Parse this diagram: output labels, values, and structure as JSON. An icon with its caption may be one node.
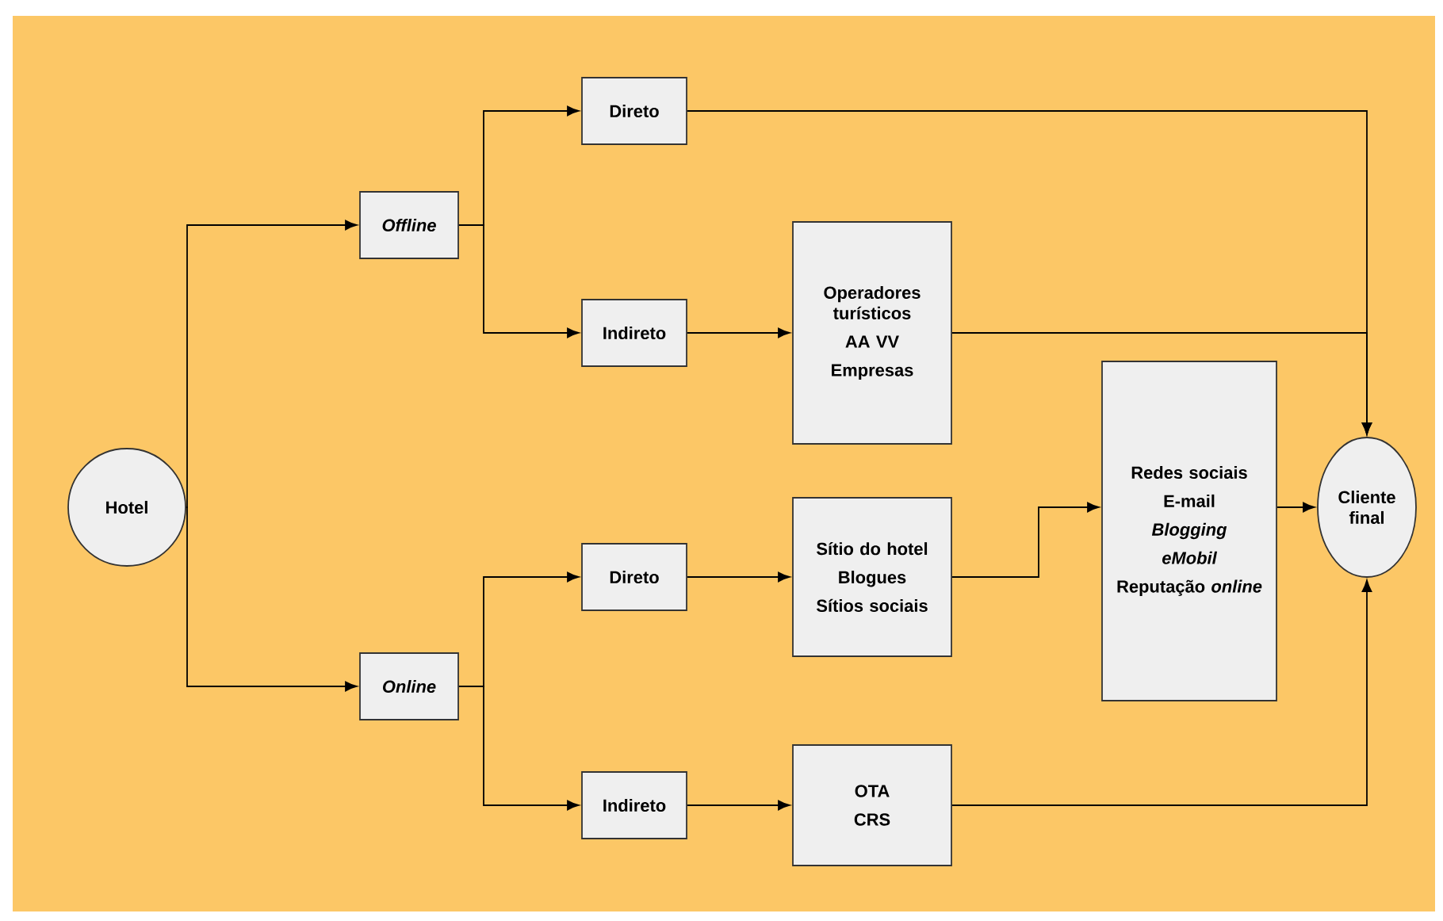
{
  "diagram": {
    "nodes": [
      {
        "text": [
          "Hotel"
        ]
      },
      {
        "text": [
          "Offline"
        ]
      },
      {
        "text": [
          "Online"
        ]
      },
      {
        "text": [
          "Direto"
        ]
      },
      {
        "text": [
          "Indireto"
        ]
      },
      {
        "text": [
          "Operadores turísticos",
          "AA VV",
          "Empresas"
        ]
      },
      {
        "text": [
          "Direto"
        ]
      },
      {
        "text": [
          "Sítio do hotel",
          "Blogues",
          "Sítios sociais"
        ]
      },
      {
        "text": [
          "Redes sociais",
          "E-mail",
          "Blogging",
          "eMobil",
          "Reputação *online*"
        ]
      },
      {
        "text": [
          "Indireto"
        ]
      },
      {
        "text": [
          "OTA",
          "CRS"
        ]
      },
      {
        "text": [
          "Cliente final"
        ]
      }
    ],
    "edges": [
      {
        "from": 0,
        "to": 1,
        "arrow": "to"
      },
      {
        "from": 0,
        "to": 2,
        "arrow": "to"
      },
      {
        "from": 1,
        "to": 3,
        "arrow": "to"
      },
      {
        "from": 1,
        "to": 4,
        "arrow": "to"
      },
      {
        "from": 2,
        "to": 6,
        "arrow": "to"
      },
      {
        "from": 2,
        "to": 9,
        "arrow": "to"
      },
      {
        "from": 3,
        "to": 11,
        "arrow": "to"
      },
      {
        "from": 4,
        "to": 5,
        "arrow": "to"
      },
      {
        "from": 5,
        "to": 11,
        "arrow": "to"
      },
      {
        "from": 6,
        "to": 7,
        "arrow": "to"
      },
      {
        "from": 7,
        "to": 8,
        "arrow": "to"
      },
      {
        "from": 8,
        "to": 11,
        "arrow": "to"
      },
      {
        "from": 9,
        "to": 10,
        "arrow": "to"
      },
      {
        "from": 10,
        "to": 11,
        "arrow": "to"
      }
    ]
  }
}
